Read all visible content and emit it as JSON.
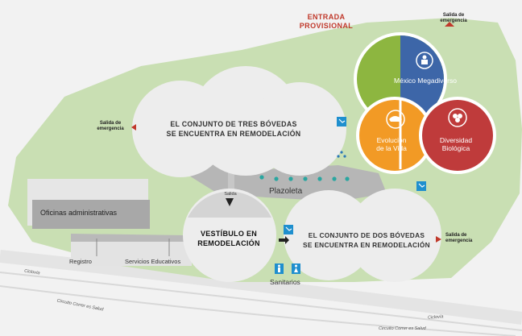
{
  "colors": {
    "green_area": "#c9dfb3",
    "dome": "#ededed",
    "building": "#e3e3e3",
    "oficinas": "#a8a8a8",
    "corridor": "#b9b9b9",
    "mexico": "#8db640",
    "evolucion": "#f29a25",
    "diversidad": "#bf3b3b",
    "blue_dome": "#3d66a8",
    "teal": "#2aa6a0",
    "icon_blue": "#1f8fce",
    "exit_red": "#c0392b"
  },
  "labels": {
    "entrada": "ENTRADA\nPROVISIONAL",
    "salida_emergencia_top": "Salida de emergencia",
    "salida_emergencia_left": "Salida de emergencia",
    "salida_emergencia_right": "Salida de emergencia",
    "salida_center": "Salida",
    "tres_bovedas": "EL CONJUNTO DE TRES BÓVEDAS\nSE ENCUENTRA EN REMODELACIÓN",
    "dos_bovedas": "EL CONJUNTO DE DOS BÓVEDAS\nSE ENCUENTRA EN REMODELACIÓN",
    "vestibulo": "VESTÍBULO EN\nREMODELACIÓN",
    "plazoleta": "Plazoleta",
    "oficinas": "Oficinas administrativas",
    "registro": "Registro",
    "servicios": "Servicios Educativos",
    "sanitarios": "Sanitarios",
    "mexico": "México Megadiverso",
    "evolucion": "Evolución\nde la Vida",
    "diversidad": "Diversidad\nBiológica"
  },
  "streets": {
    "ciclovia_left": "Ciclovía",
    "circuito_1": "Circuito Correr es Salud",
    "circuito_2": "Circuito Correr es Salud",
    "ciclovia_right": "Ciclovía"
  },
  "icons": [
    "accessibility-icon",
    "person-icon",
    "dinosaur-icon",
    "biodiversity-icon",
    "restroom-male-icon",
    "restroom-female-icon",
    "exit-arrow-icon"
  ]
}
